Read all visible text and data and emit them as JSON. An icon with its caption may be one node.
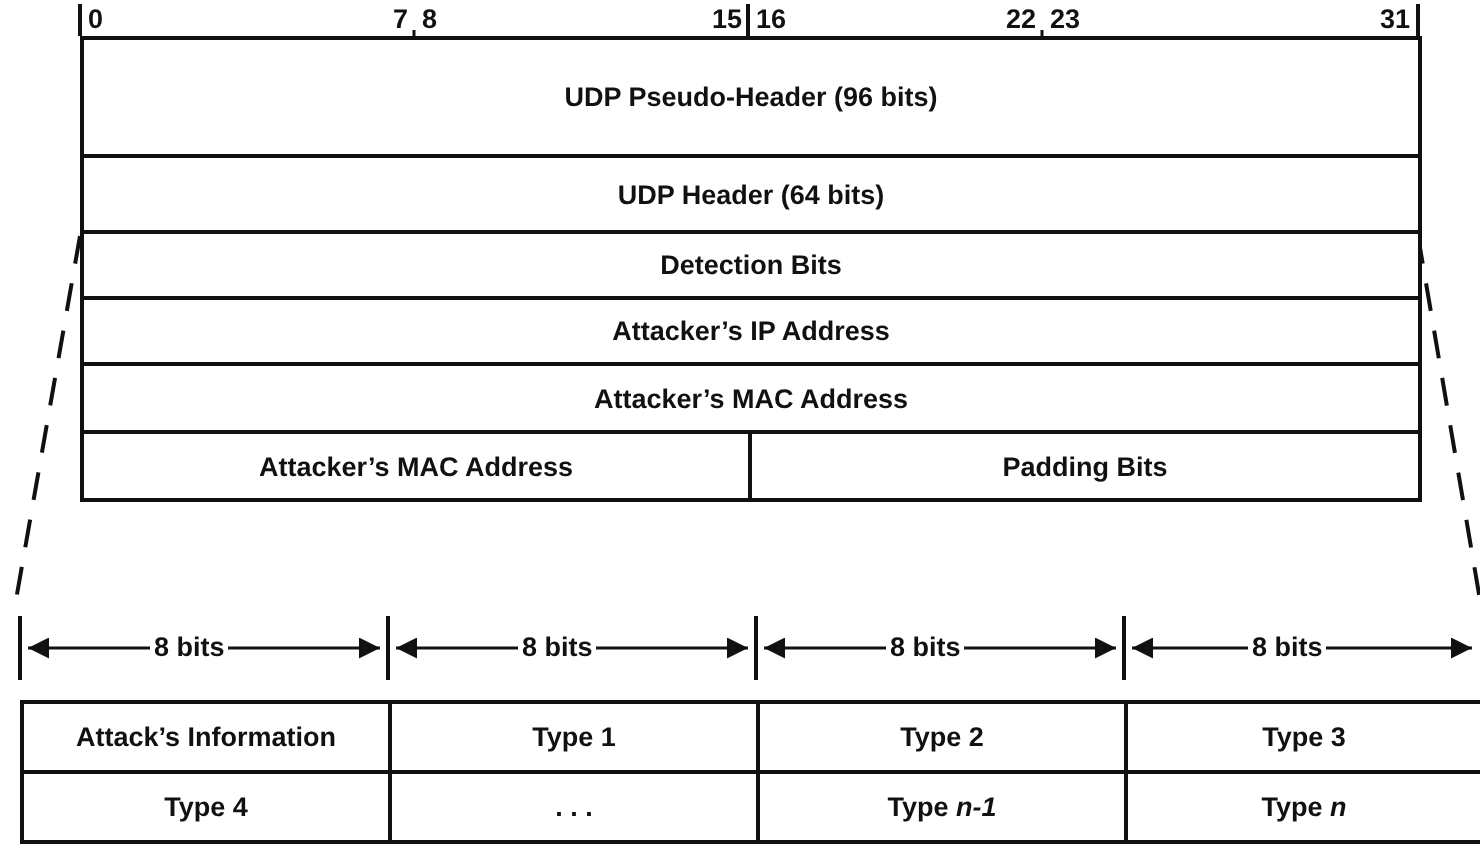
{
  "diagram": {
    "labels": [
      "0",
      "7",
      "8",
      "15",
      "16",
      "22",
      "23",
      "31",
      "UDP Pseudo-Header (96 bits)",
      "UDP Header (64 bits)",
      "Detection Bits",
      "Attacker’s IP Address",
      "Attacker’s MAC Address",
      "Attacker’s MAC Address",
      "Padding Bits",
      "8 bits",
      "8 bits",
      "8 bits",
      "8 bits",
      "Attack’s Information",
      "Type 1",
      "Type 2",
      "Type 3",
      "Type 4",
      ". . .",
      "Type *n-1*",
      "Type *n*"
    ]
  }
}
